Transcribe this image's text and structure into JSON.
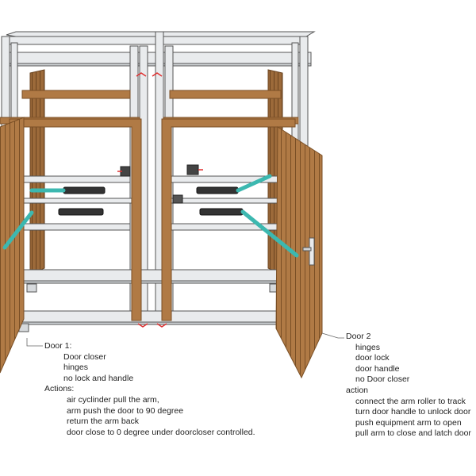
{
  "door1": {
    "title": "Door 1:",
    "features": [
      "Door closer",
      "hinges",
      "no lock and handle"
    ],
    "actions_heading": "Actions:",
    "actions": [
      "air cyclinder pull the arm,",
      "arm push the door to 90 degree",
      "return the arm back",
      "door close to 0 degree under doorcloser controlled."
    ]
  },
  "door2": {
    "title": "Door 2",
    "features": [
      "hinges",
      "door lock",
      "door handle",
      "no Door closer"
    ],
    "actions_heading": "action",
    "actions": [
      "connect the arm roller to track",
      "turn door handle to unlock door",
      "push equipment arm to open",
      "pull arm to close and latch door"
    ]
  },
  "colors": {
    "frame": "#e9ebed",
    "frame_edge": "#555555",
    "wood": "#b07a45",
    "wood_dark": "#7a4f25",
    "cylinder": "#333333",
    "arm": "#3cb8b0",
    "marker": "#e03030"
  }
}
